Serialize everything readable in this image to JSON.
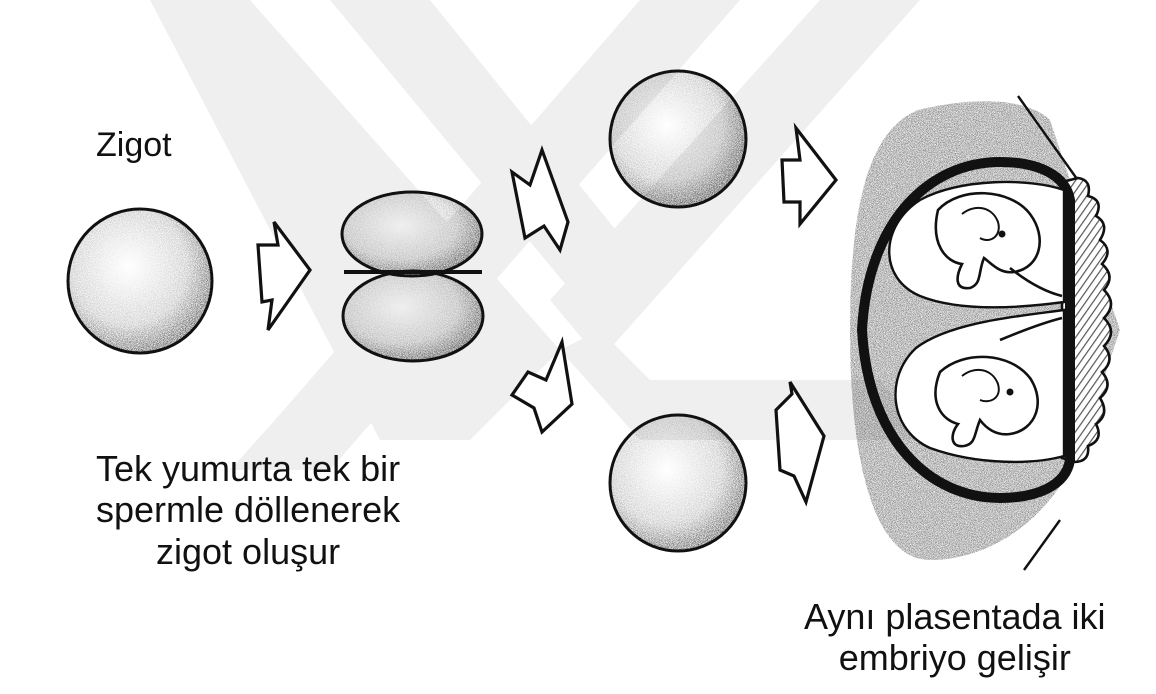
{
  "labels": {
    "zigot": "Zigot",
    "left_caption": [
      "Tek yumurta tek bir",
      "spermle döllenerek",
      "zigot oluşur"
    ],
    "right_caption": [
      "Aynı plasentada iki",
      "embriyo gelişir"
    ]
  },
  "colors": {
    "ink": "#111111",
    "watermark": "#efefef",
    "placenta_hatch": "#555555"
  },
  "icons": [
    "zygote-cell",
    "two-cell-stage",
    "split-cell",
    "arrow",
    "uterus-with-twin-embryos",
    "placenta"
  ]
}
